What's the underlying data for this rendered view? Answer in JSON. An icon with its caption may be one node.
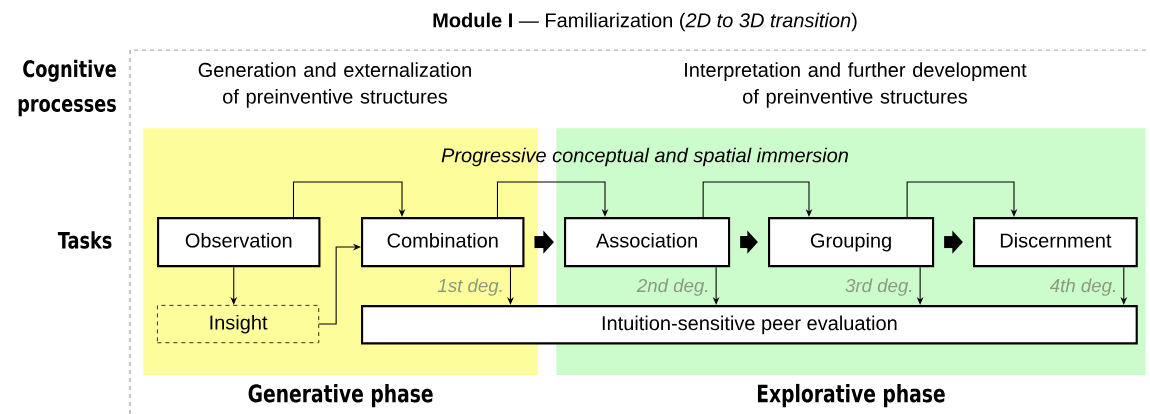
{
  "diagram": {
    "title": "**Module I** — Familiarization (*2D to 3D transition*)",
    "nodes": [
      {
        "text": [
          "Generative phase"
        ]
      },
      {
        "text": [
          "Explorative phase"
        ]
      },
      {
        "text": [
          "Observation"
        ],
        "in": 0
      },
      {
        "text": [
          "Insight"
        ],
        "in": 0
      },
      {
        "text": [
          "Combination"
        ],
        "in": 0
      },
      {
        "text": [
          "Association"
        ],
        "in": 1
      },
      {
        "text": [
          "Grouping"
        ],
        "in": 1
      },
      {
        "text": [
          "Discernment"
        ],
        "in": 1
      },
      {
        "text": [
          "Intuition-sensitive peer evaluation"
        ]
      }
    ],
    "edges": [
      {
        "from": 2,
        "to": 4,
        "arrow": "to"
      },
      {
        "from": 2,
        "to": 3,
        "arrow": "to"
      },
      {
        "from": 3,
        "to": 4,
        "arrow": "to"
      },
      {
        "from": 4,
        "to": 5,
        "arrow": "to"
      },
      {
        "from": 4,
        "to": 5,
        "arrow": "to",
        "style": "thick"
      },
      {
        "from": 5,
        "to": 6,
        "arrow": "to"
      },
      {
        "from": 5,
        "to": 6,
        "arrow": "to",
        "style": "thick"
      },
      {
        "from": 6,
        "to": 7,
        "arrow": "to"
      },
      {
        "from": 6,
        "to": 7,
        "arrow": "to",
        "style": "thick"
      },
      {
        "from": 4,
        "to": 8,
        "arrow": "to",
        "label": "1st deg."
      },
      {
        "from": 5,
        "to": 8,
        "arrow": "to",
        "label": "2nd deg."
      },
      {
        "from": 6,
        "to": 8,
        "arrow": "to",
        "label": "3rd deg."
      },
      {
        "from": 7,
        "to": 8,
        "arrow": "to",
        "label": "4th deg."
      }
    ],
    "labels": [
      "Cognitive processes",
      "Generation and externalization of preinventive structures",
      "Interpretation and further development of preinventive structures",
      "Progressive conceptual and spatial immersion",
      "Tasks"
    ]
  }
}
